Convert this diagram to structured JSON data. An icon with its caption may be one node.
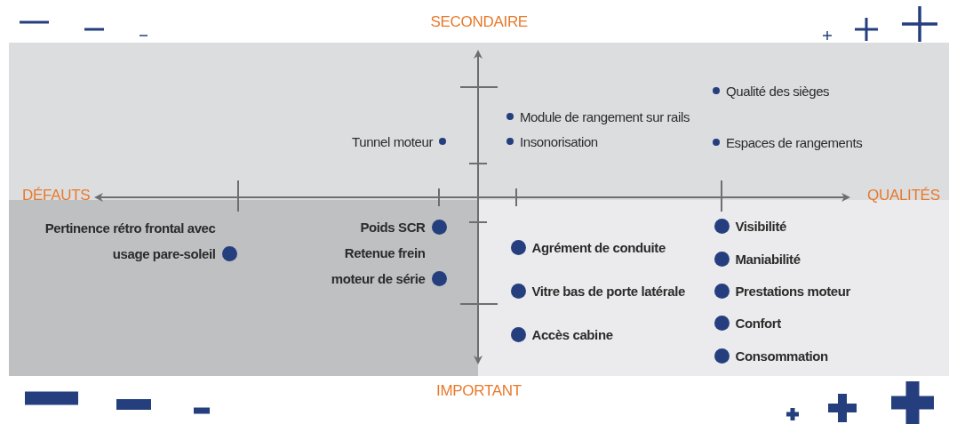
{
  "diagram": {
    "labels": [
      "SECONDAIRE",
      "Qualité des sièges",
      "Module de rangement sur rails",
      "Tunnel moteur",
      "Insonorisation",
      "Espaces de rangements",
      "DÉFAUTS",
      "QUALITÉS",
      "Pertinence rétro frontal avec usage pare-soleil",
      "Poids SCR",
      "Visibilité",
      "Agrément de conduite",
      "Retenue frein moteur de série",
      "Maniabilité",
      "Vitre bas de porte latérale",
      "Prestations moteur",
      "Confort",
      "Accès cabine",
      "Consommation",
      "IMPORTANT"
    ]
  }
}
